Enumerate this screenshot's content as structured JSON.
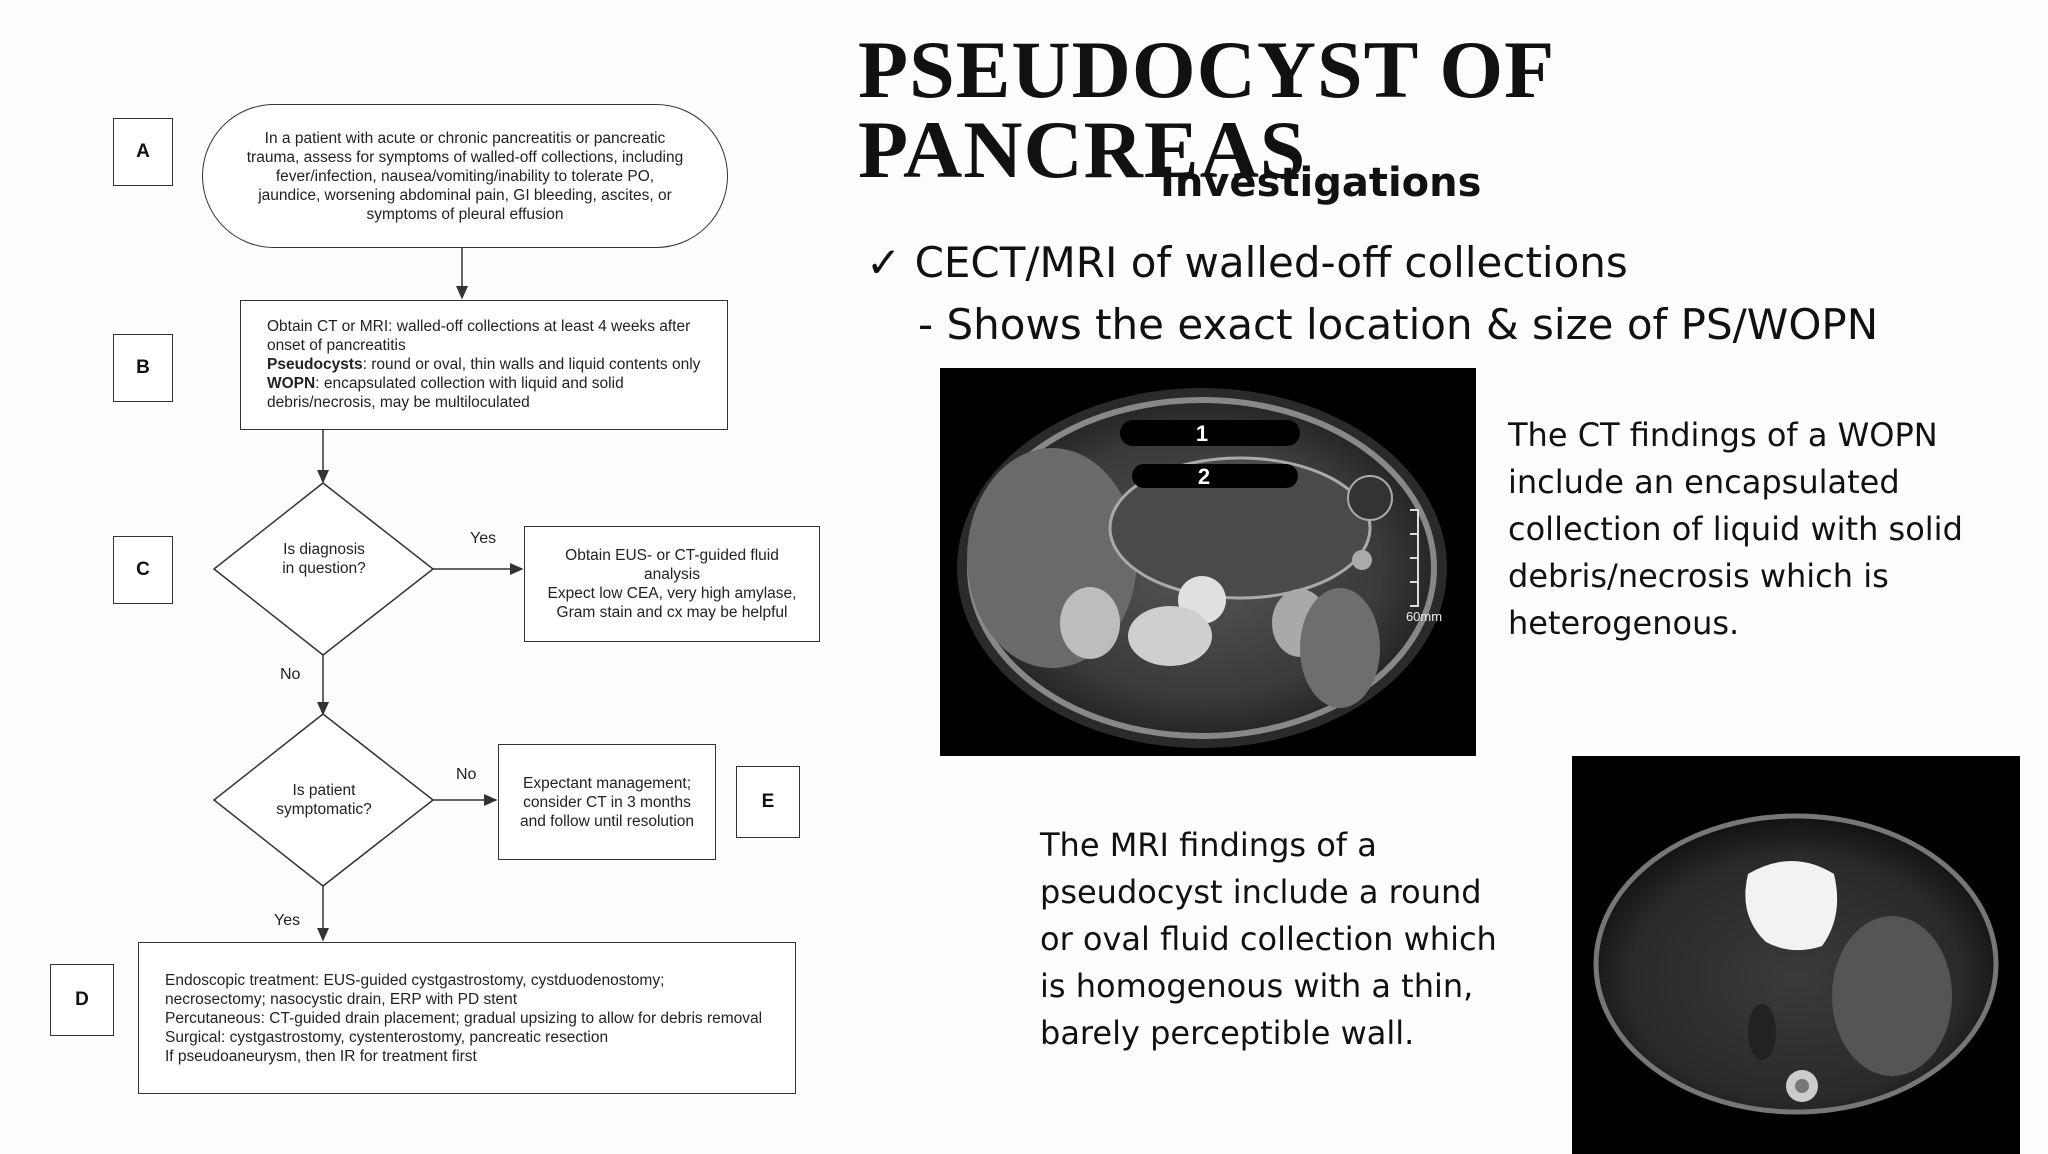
{
  "slide": {
    "title": "PSEUDOCYST OF PANCREAS",
    "subtitle": "Investigations",
    "bullet_mark": "✓",
    "bullet": "CECT/MRI of walled-off collections",
    "sub_bullet": "- Shows the exact location & size of PS/WOPN",
    "ct_description": "The CT findings of a WOPN include an encapsulated collection of liquid with solid debris/necrosis which is heterogenous.",
    "mri_description": "The MRI findings of a pseudocyst include a round or oval fluid collection which is homogenous with a thin, barely perceptible wall."
  },
  "ct_image": {
    "label_1": "1",
    "label_2": "2",
    "scale": "60mm"
  },
  "flowchart": {
    "labels": {
      "a": "A",
      "b": "B",
      "c": "C",
      "d": "D",
      "e": "E"
    },
    "a_text": "In a patient with acute or chronic pancreatitis or pancreatic trauma, assess for symptoms of walled-off collections, including fever/infection, nausea/vomiting/inability to tolerate PO, jaundice, worsening abdominal pain, GI bleeding, ascites, or symptoms of pleural effusion",
    "b_line1": "Obtain CT or MRI: walled-off collections at least 4 weeks after onset of pancreatitis",
    "b_pseudo_label": "Pseudocysts",
    "b_pseudo_text": ": round or oval, thin walls and liquid contents only",
    "b_wopn_label": "WOPN",
    "b_wopn_text": ": encapsulated collection with liquid and solid debris/necrosis, may be multiloculated",
    "c_question": "Is diagnosis in question?",
    "c_yes": "Yes",
    "c_no": "No",
    "c_result_line1": "Obtain EUS- or CT-guided fluid analysis",
    "c_result_line2": "Expect low CEA, very high amylase, Gram stain and cx may be helpful",
    "d_question": "Is patient symptomatic?",
    "d_no": "No",
    "d_yes": "Yes",
    "e_text": "Expectant management; consider CT in 3 months and follow until resolution",
    "d_line1": "Endoscopic treatment: EUS-guided cystgastrostomy, cystduodenostomy; necrosectomy; nasocystic drain, ERP with PD stent",
    "d_line2": "Percutaneous: CT-guided drain placement; gradual upsizing to allow for debris removal",
    "d_line3": "Surgical: cystgastrostomy, cystenterostomy, pancreatic resection",
    "d_line4": "If pseudoaneurysm, then IR for treatment first"
  }
}
